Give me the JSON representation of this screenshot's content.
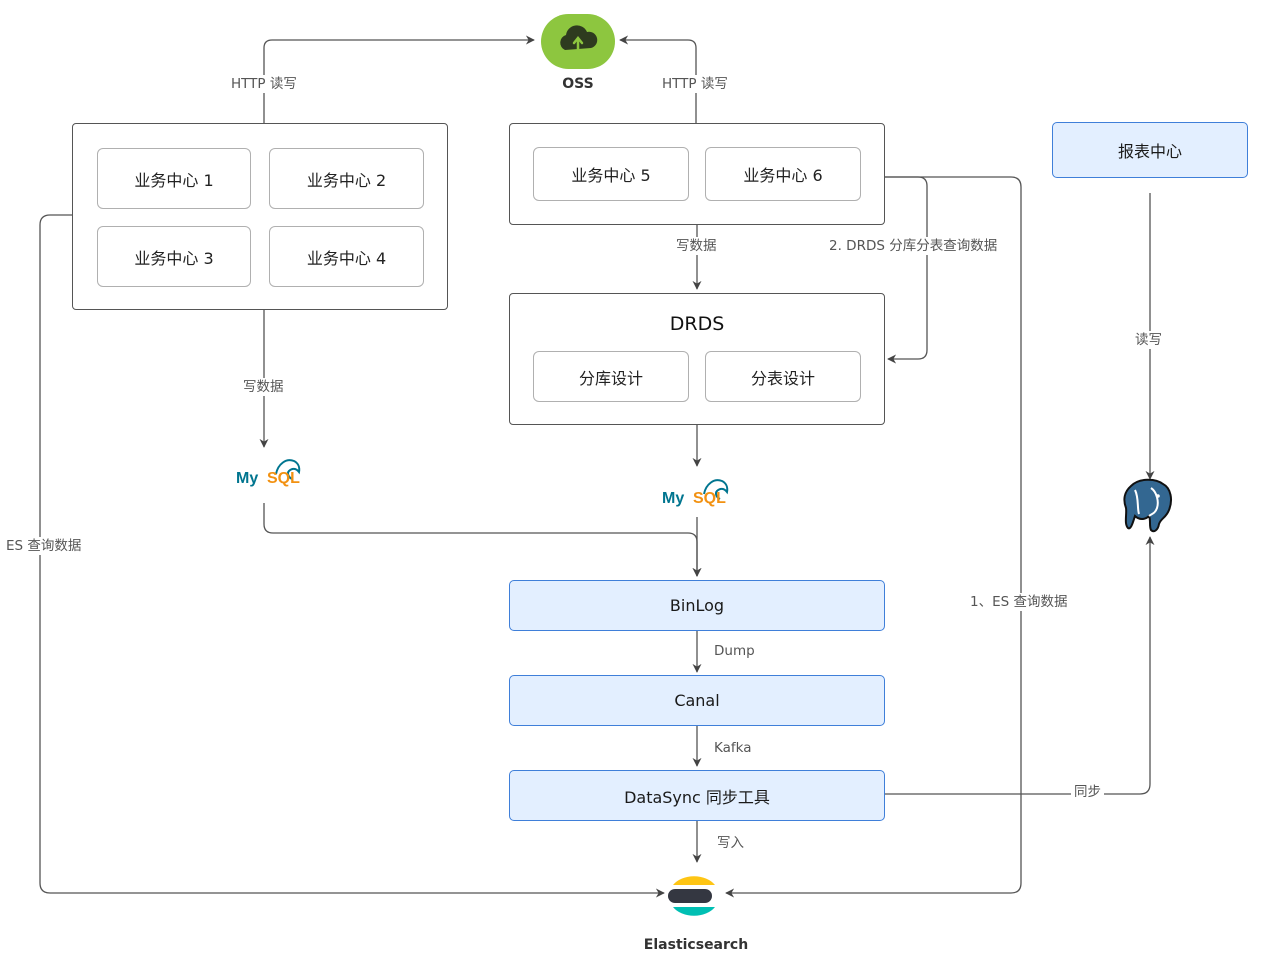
{
  "oss": {
    "label": "OSS",
    "color": "#8dc63f"
  },
  "left_group": {
    "items": [
      "业务中心 1",
      "业务中心 2",
      "业务中心 3",
      "业务中心 4"
    ]
  },
  "right_group": {
    "items": [
      "业务中心 5",
      "业务中心 6"
    ]
  },
  "drds": {
    "title": "DRDS",
    "items": [
      "分库设计",
      "分表设计"
    ]
  },
  "report_center": "报表中心",
  "pipeline": {
    "binlog": "BinLog",
    "canal": "Canal",
    "datasync": "DataSync 同步工具"
  },
  "mysql_logo_text": {
    "my": "My",
    "sql": "SQL"
  },
  "elasticsearch": {
    "label": "Elasticsearch"
  },
  "edge_labels": {
    "http_left": "HTTP 读写",
    "http_right": "HTTP 读写",
    "write_data_left": "写数据",
    "write_data_right": "写数据",
    "drds_query": "2. DRDS 分库分表查询数据",
    "es_query_left": "ES 查询数据",
    "es_query_right": "1、ES 查询数据",
    "read_write": "读写",
    "dump": "Dump",
    "kafka": "Kafka",
    "write_in": "写入",
    "sync": "同步"
  },
  "colors": {
    "node_fill": "#e3efff",
    "node_border": "#3f7fd9",
    "line": "#555555",
    "mysql_blue": "#00758f",
    "mysql_orange": "#f29111",
    "postgres_blue": "#336791",
    "es_yellow": "#fec514",
    "es_teal": "#00bfb3",
    "es_dark": "#343741"
  }
}
